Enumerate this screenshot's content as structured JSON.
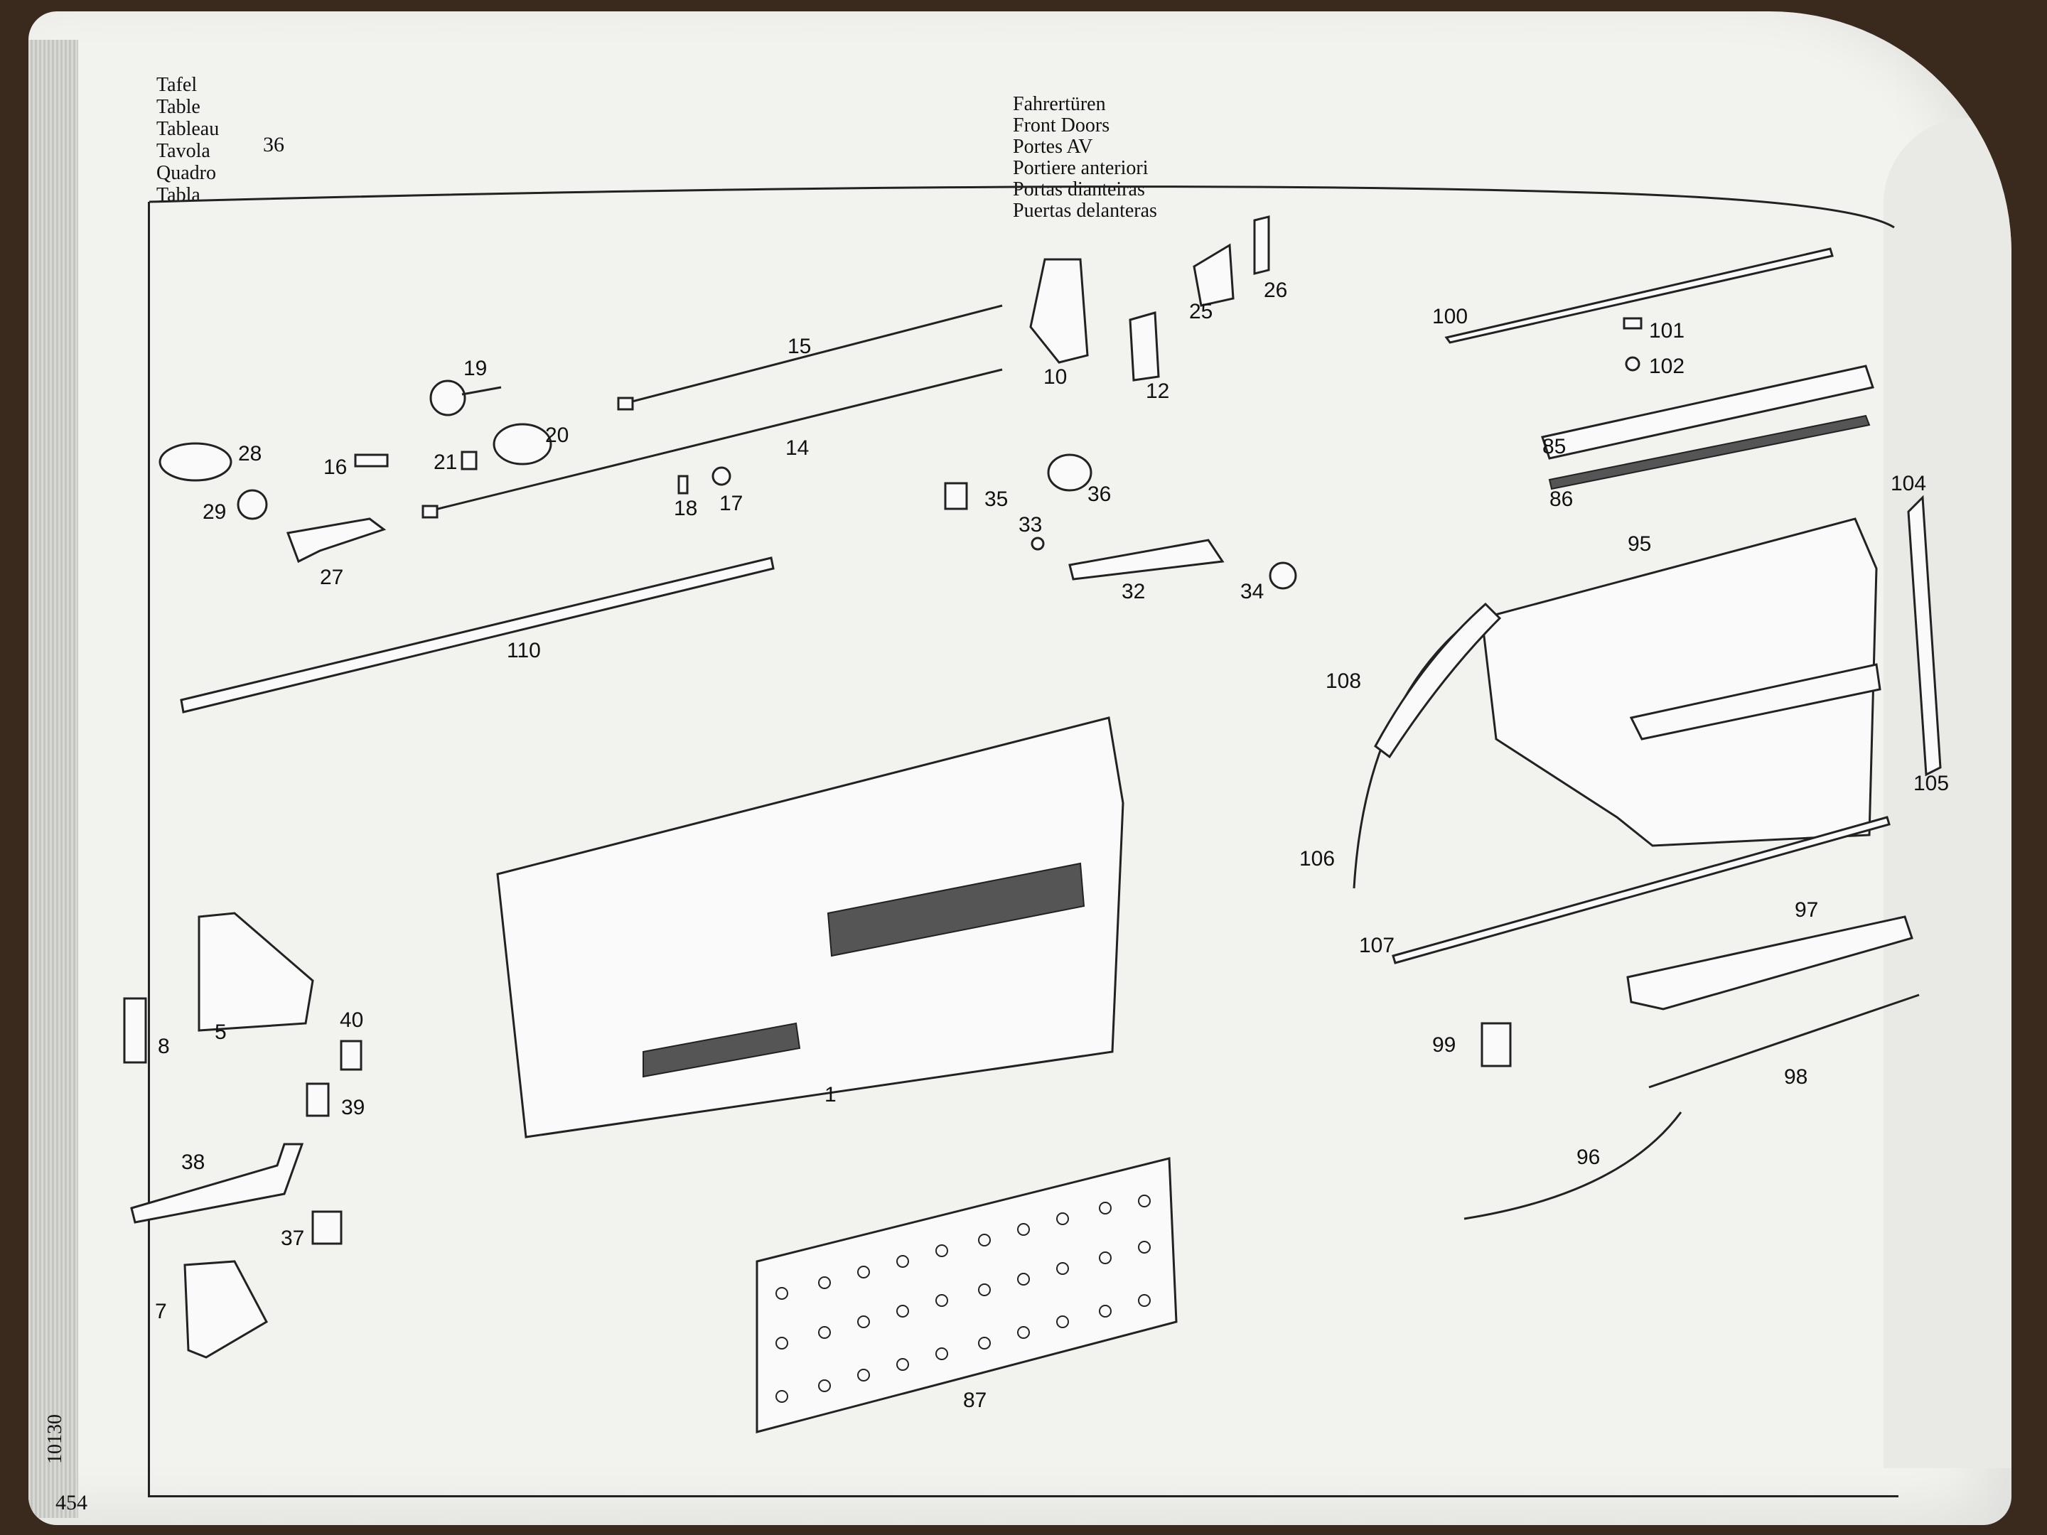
{
  "header": {
    "table_labels": [
      "Tafel",
      "Table",
      "Tableau",
      "Tavola",
      "Quadro",
      "Tabla"
    ],
    "table_number": "36",
    "title_lines": [
      "Fahrertüren",
      "Front Doors",
      "Portes AV",
      "Portiere anteriori",
      "Portas dianteiras",
      "Puertas delanteras"
    ]
  },
  "footer": {
    "vertical_code": "10130",
    "page_number": "454"
  },
  "callouts": [
    "1",
    "5",
    "7",
    "8",
    "10",
    "12",
    "14",
    "15",
    "16",
    "17",
    "18",
    "19",
    "20",
    "21",
    "25",
    "26",
    "27",
    "28",
    "29",
    "32",
    "33",
    "34",
    "35",
    "36",
    "37",
    "38",
    "39",
    "40",
    "85",
    "86",
    "87",
    "95",
    "96",
    "97",
    "98",
    "99",
    "100",
    "101",
    "102",
    "104",
    "105",
    "106",
    "107",
    "108",
    "110"
  ]
}
